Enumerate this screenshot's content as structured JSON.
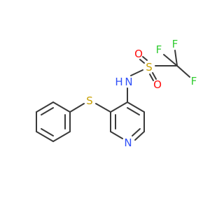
{
  "molecule": {
    "atoms": {
      "F1": {
        "label": "F",
        "color": "#33cc33"
      },
      "F2": {
        "label": "F",
        "color": "#33cc33"
      },
      "F3": {
        "label": "F",
        "color": "#33cc33"
      },
      "S_sulfonyl": {
        "label": "S",
        "color": "#c8a000"
      },
      "O1": {
        "label": "O",
        "color": "#ff0d0d"
      },
      "O2": {
        "label": "O",
        "color": "#ff0d0d"
      },
      "NH": {
        "label": "N",
        "color": "#3050f8"
      },
      "H": {
        "label": "H",
        "color": "#3050f8"
      },
      "S_thio": {
        "label": "S",
        "color": "#c8a000"
      },
      "N_pyridine": {
        "label": "N",
        "color": "#3050f8"
      }
    },
    "bond_color": "#3a3a3a"
  }
}
